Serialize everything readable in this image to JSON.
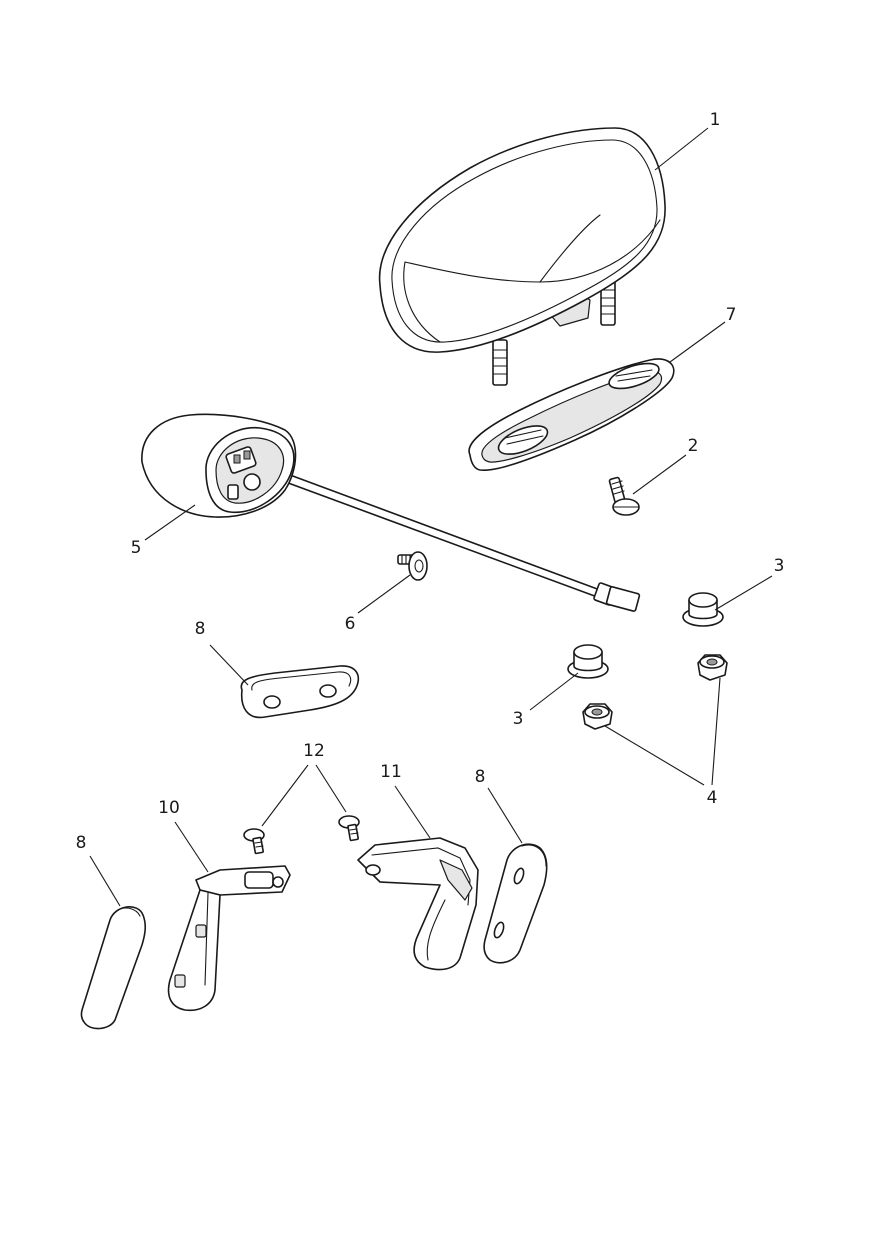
{
  "diagram": {
    "callouts": [
      {
        "id": "c1",
        "label": "1"
      },
      {
        "id": "c2",
        "label": "2"
      },
      {
        "id": "c3a",
        "label": "3"
      },
      {
        "id": "c3b",
        "label": "3"
      },
      {
        "id": "c4",
        "label": "4"
      },
      {
        "id": "c5",
        "label": "5"
      },
      {
        "id": "c6",
        "label": "6"
      },
      {
        "id": "c7",
        "label": "7"
      },
      {
        "id": "c8a",
        "label": "8"
      },
      {
        "id": "c8b",
        "label": "8"
      },
      {
        "id": "c8c",
        "label": "8"
      },
      {
        "id": "c10",
        "label": "10"
      },
      {
        "id": "c11",
        "label": "11"
      },
      {
        "id": "c12",
        "label": "12"
      }
    ]
  }
}
